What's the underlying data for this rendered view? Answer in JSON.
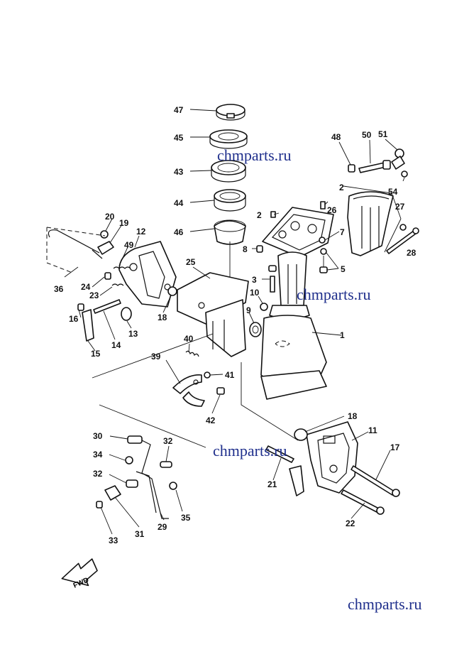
{
  "watermark": "chmparts.ru",
  "fwd_label": "FWD",
  "callouts": {
    "c47": "47",
    "c45": "45",
    "c43": "43",
    "c44": "44",
    "c46": "46",
    "c48": "48",
    "c50": "50",
    "c51": "51",
    "c54": "54",
    "c2a": "2",
    "c2b": "2",
    "c26": "26",
    "c27": "27",
    "c28": "28",
    "c7": "7",
    "c5": "5",
    "c8": "8",
    "c3": "3",
    "c10": "10",
    "c9": "9",
    "c1": "1",
    "c20": "20",
    "c19": "19",
    "c12": "12",
    "c49": "49",
    "c25": "25",
    "c36": "36",
    "c24": "24",
    "c23": "23",
    "c18a": "18",
    "c16": "16",
    "c13": "13",
    "c14": "14",
    "c15": "15",
    "c40": "40",
    "c39": "39",
    "c41": "41",
    "c42": "42",
    "c18b": "18",
    "c11": "11",
    "c17": "17",
    "c21": "21",
    "c22": "22",
    "c30": "30",
    "c32a": "32",
    "c34": "34",
    "c32b": "32",
    "c33": "33",
    "c31": "31",
    "c29": "29",
    "c35": "35"
  }
}
